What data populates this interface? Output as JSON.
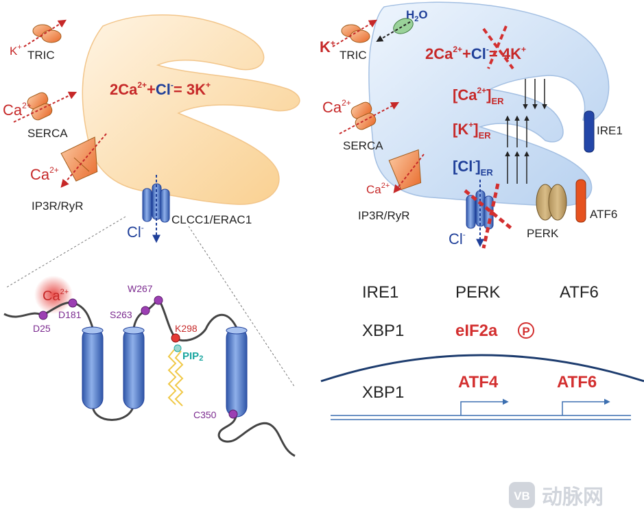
{
  "left": {
    "tric": "TRIC",
    "k_ion": "K",
    "k_sup": "+",
    "serca": "SERCA",
    "ca": "Ca",
    "ca_sup": "2+",
    "ip3r": "IP3R/RyR",
    "clcc": "CLCC1/ERAC1",
    "cl": "Cl",
    "cl_sup": "-",
    "eq_2ca": "2Ca",
    "eq_2ca_sup": "2+",
    "eq_plus": "+",
    "eq_cl": "Cl",
    "eq_cl_sup": "-",
    "eq_rhs": "= 3K",
    "eq_rhs_sup": "+"
  },
  "right": {
    "tric": "TRIC",
    "k_ion": "K",
    "k_sup": "+",
    "h2o_h": "H",
    "h2o_sub": "2",
    "h2o_o": "O",
    "serca": "SERCA",
    "ca": "Ca",
    "ca_sup": "2+",
    "ip3r": "IP3R/RyR",
    "cl": "Cl",
    "cl_sup": "-",
    "eq_2ca": "2Ca",
    "eq_2ca_sup": "2+",
    "eq_plus": "+",
    "eq_cl": "Cl",
    "eq_cl_sup": "-",
    "eq_rhs": "= 4K",
    "eq_rhs_sup": "+",
    "ca_er_main": "[Ca",
    "ca_er_sup": "2+",
    "ca_er_close": "]",
    "k_er_main": "[K",
    "k_er_sup": "+",
    "k_er_close": "]",
    "cl_er_main": "[Cl",
    "cl_er_sup": "-",
    "cl_er_close": "]",
    "er_sub": "ER",
    "ire1": "IRE1",
    "perk": "PERK",
    "atf6": "ATF6"
  },
  "topology": {
    "ca": "Ca",
    "ca_sup": "2+",
    "d25": "D25",
    "d181": "D181",
    "s263": "S263",
    "w267": "W267",
    "k298": "K298",
    "pip": "PIP",
    "pip_sub": "2",
    "c350": "C350"
  },
  "pathway": {
    "row1": [
      "IRE1",
      "PERK",
      "ATF6"
    ],
    "xbp1_a": "XBP1",
    "eif2a": "eIF2a",
    "phospho": "P",
    "xbp1_b": "XBP1",
    "atf4": "ATF4",
    "atf6": "ATF6"
  },
  "watermark": {
    "logo": "VB",
    "text": "动脉网"
  },
  "colors": {
    "er_left": "#fbd9a6",
    "er_right": "#c8dcf3",
    "channel_blue": "#4a74c9",
    "ion_red": "#c62828",
    "ion_blue": "#1f3f99",
    "residue_purple": "#7b2a8f",
    "pip_teal": "#1aa6a0",
    "nucleus_line": "#1d3c6e"
  }
}
